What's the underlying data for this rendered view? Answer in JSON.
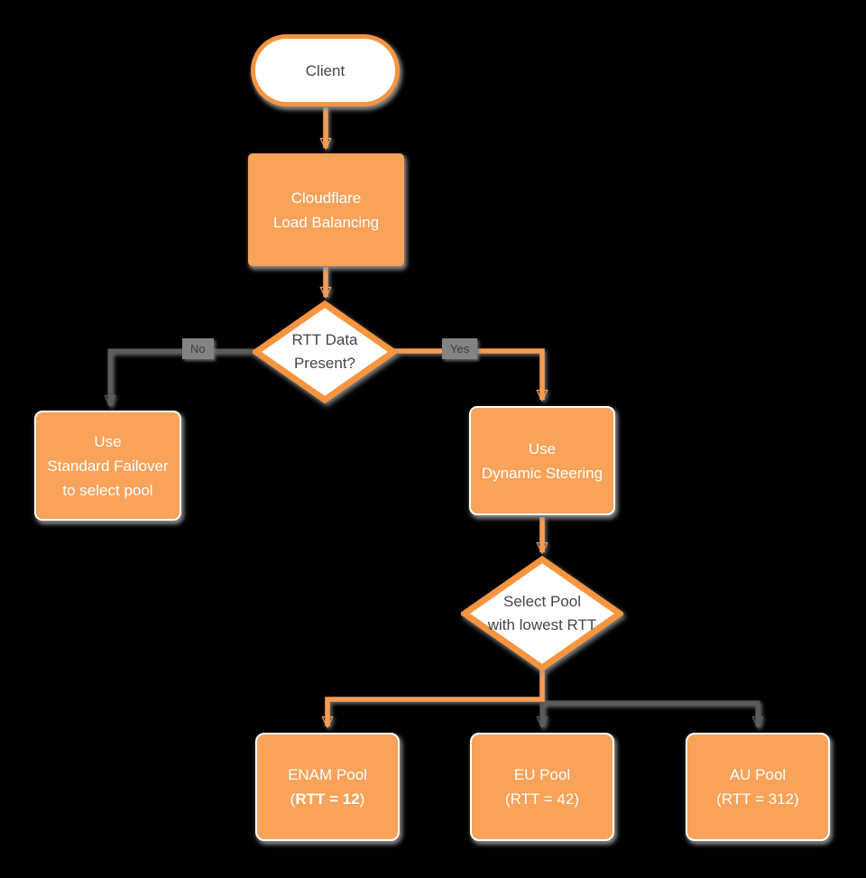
{
  "diagram": {
    "title": "Cloudflare Load Balancing RTT steering flowchart",
    "background": "#000000"
  },
  "colors": {
    "node_fill_orange": "#F9A259",
    "node_stroke_orange": "#F6953F",
    "node_fill_white": "#FFFFFF",
    "text_on_orange": "#FFFFFF",
    "text_dark": "#464646",
    "edge_gray": "#5C5C5C",
    "edge_orange": "#F89C52",
    "edge_label_chip_bg": "#838383",
    "edge_label_chip_text": "#3E3E3E",
    "shadow_gray": "#949494"
  },
  "nodes": {
    "client": {
      "shape": "stadium",
      "label": "Client"
    },
    "load_balancer": {
      "shape": "rect",
      "lines": [
        "Cloudflare",
        "Load Balancing"
      ]
    },
    "rtt_decision": {
      "shape": "diamond",
      "lines": [
        "RTT Data",
        "Present?"
      ]
    },
    "standard_failover": {
      "shape": "rect",
      "lines": [
        "Use",
        "Standard Failover",
        "to select pool"
      ]
    },
    "dynamic_steering": {
      "shape": "rect",
      "lines": [
        "Use",
        "Dynamic Steering"
      ]
    },
    "select_pool": {
      "shape": "diamond",
      "lines": [
        "Select Pool",
        "with lowest RTT"
      ]
    },
    "enam_pool": {
      "shape": "rect",
      "title": "ENAM Pool",
      "rtt_prefix": "(",
      "rtt_value": "RTT = 12",
      "rtt_suffix": ")",
      "rtt_bold": true
    },
    "eu_pool": {
      "shape": "rect",
      "title": "EU Pool",
      "rtt": "(RTT = 42)"
    },
    "au_pool": {
      "shape": "rect",
      "title": "AU Pool",
      "rtt": "(RTT = 312)"
    }
  },
  "edges": {
    "no_label": "No",
    "yes_label": "Yes",
    "connections": [
      {
        "from": "client",
        "to": "load_balancer",
        "color": "orange"
      },
      {
        "from": "load_balancer",
        "to": "rtt_decision",
        "color": "orange"
      },
      {
        "from": "rtt_decision",
        "to": "standard_failover",
        "color": "gray",
        "label": "No"
      },
      {
        "from": "rtt_decision",
        "to": "dynamic_steering",
        "color": "orange",
        "label": "Yes"
      },
      {
        "from": "dynamic_steering",
        "to": "select_pool",
        "color": "orange"
      },
      {
        "from": "select_pool",
        "to": "enam_pool",
        "color": "orange"
      },
      {
        "from": "select_pool",
        "to": "eu_pool",
        "color": "gray"
      },
      {
        "from": "select_pool",
        "to": "au_pool",
        "color": "gray"
      }
    ]
  }
}
